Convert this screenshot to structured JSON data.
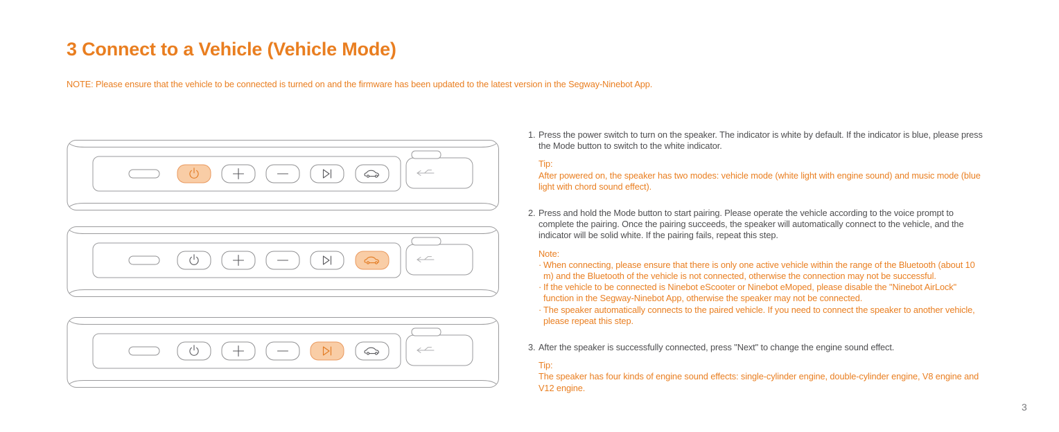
{
  "page": {
    "title": "3 Connect to a Vehicle (Vehicle Mode)",
    "note": "NOTE: Please ensure that the vehicle to be connected is turned on and the firmware has been updated to the latest version in the Segway-Ninebot App.",
    "page_number": "3"
  },
  "colors": {
    "accent_orange": "#e97e20",
    "body_text": "#4d4d4f",
    "diagram_stroke": "#9a9a9c",
    "highlight_fill": "#f9cda6",
    "highlight_stroke": "#e9985d",
    "background": "#ffffff"
  },
  "glyphs": {
    "bullet": "·"
  },
  "speaker": {
    "buttons": [
      {
        "name": "status-indicator",
        "icon": "pill-shape"
      },
      {
        "name": "power",
        "icon": "⏻"
      },
      {
        "name": "volume-up",
        "icon": "+"
      },
      {
        "name": "volume-down",
        "icon": "−"
      },
      {
        "name": "next-track",
        "icon": "▷|"
      },
      {
        "name": "vehicle-mode",
        "icon": "car-outline"
      },
      {
        "name": "usb-port",
        "icon": "usb-arrow"
      }
    ]
  },
  "diagrams": [
    {
      "step": 1,
      "highlighted_button": "power"
    },
    {
      "step": 2,
      "highlighted_button": "mode"
    },
    {
      "step": 3,
      "highlighted_button": "next"
    }
  ],
  "steps": [
    {
      "number": "1.",
      "text": "Press the power switch to turn on the speaker. The indicator is white by default. If the indicator is blue, please press the Mode button to switch to the white indicator.",
      "tip": {
        "label": "Tip:",
        "text": "After powered on, the speaker has two modes: vehicle mode (white light with engine sound) and music mode (blue light with chord sound effect)."
      }
    },
    {
      "number": "2.",
      "text": "Press and hold the Mode button to start pairing. Please operate the vehicle according to the voice prompt to complete the pairing. Once the pairing succeeds, the speaker will automatically connect to the vehicle, and the indicator will be solid white. If the pairing fails, repeat this step.",
      "note": {
        "label": "Note:",
        "items": [
          "When connecting, please ensure that there is only one active vehicle within the range of the Bluetooth (about 10 m) and the Bluetooth of the vehicle is not connected, otherwise the connection may not be successful.",
          "If the vehicle to be connected is Ninebot eScooter or Ninebot eMoped, please disable the \"Ninebot AirLock\" function in the Segway-Ninebot App, otherwise the speaker may not be connected.",
          "The speaker automatically connects to the paired vehicle. If you need to connect the speaker to another vehicle, please repeat this step."
        ]
      }
    },
    {
      "number": "3.",
      "text": "After the speaker is successfully connected, press \"Next\" to change the engine sound effect.",
      "tip": {
        "label": "Tip:",
        "text": "The speaker has four kinds of engine sound effects: single-cylinder engine, double-cylinder engine, V8 engine and V12 engine."
      }
    }
  ]
}
